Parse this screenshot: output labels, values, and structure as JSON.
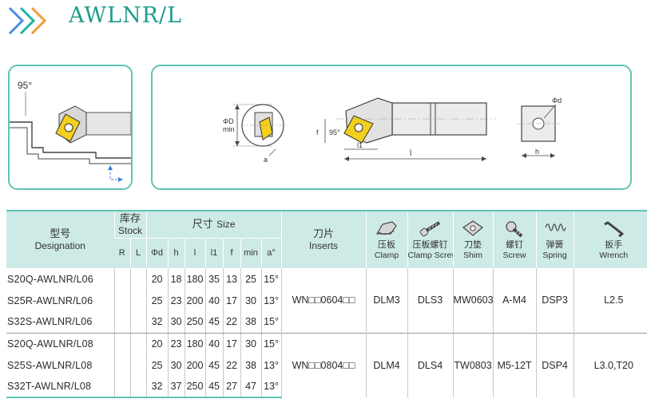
{
  "header": {
    "title": "AWLNR/L",
    "chevron_icon": "triple-chevron-right-icon",
    "accent_color": "#1e9c8c",
    "chevron_colors": [
      "#4a8de0",
      "#1fb3a1",
      "#f39a3a"
    ]
  },
  "diagram": {
    "angle_label": "95°",
    "end_view": {
      "phi_d": "ΦD",
      "min": "min",
      "a": "a"
    },
    "side_view": {
      "f": "f",
      "angle": "95°",
      "l1": "l1",
      "l": "l"
    },
    "section_view": {
      "phi_d": "Φd",
      "h": "h"
    }
  },
  "table": {
    "headers": {
      "designation_cn": "型号",
      "designation_en": "Designation",
      "stock_cn": "库存",
      "stock_en": "Stock",
      "stock_cols": [
        "R",
        "L"
      ],
      "size_cn": "尺寸",
      "size_en": "Size",
      "size_cols": [
        "Φd",
        "h",
        "l",
        "l1",
        "f",
        "min",
        "a°"
      ],
      "inserts_cn": "刀片",
      "inserts_en": "Inserts",
      "parts": [
        {
          "cn": "压板",
          "en": "Clamp",
          "icon": "clamp-icon"
        },
        {
          "cn": "压板螺钉",
          "en": "Clamp Screw",
          "icon": "clamp-screw-icon"
        },
        {
          "cn": "刀垫",
          "en": "Shim",
          "icon": "shim-icon"
        },
        {
          "cn": "螺钉",
          "en": "Screw",
          "icon": "screw-icon"
        },
        {
          "cn": "弹簧",
          "en": "Spring",
          "icon": "spring-icon"
        },
        {
          "cn": "扳手",
          "en": "Wrench",
          "icon": "wrench-icon"
        }
      ]
    },
    "rows": [
      {
        "designation": "S20Q-AWLNR/L06",
        "R": "",
        "L": "",
        "d": "20",
        "h": "18",
        "l": "180",
        "l1": "35",
        "f": "13",
        "min": "25",
        "a": "15°"
      },
      {
        "designation": "S25R-AWLNR/L06",
        "R": "",
        "L": "",
        "d": "25",
        "h": "23",
        "l": "200",
        "l1": "40",
        "f": "17",
        "min": "30",
        "a": "13°"
      },
      {
        "designation": "S32S-AWLNR/L06",
        "R": "",
        "L": "",
        "d": "32",
        "h": "30",
        "l": "250",
        "l1": "45",
        "f": "22",
        "min": "38",
        "a": "15°"
      },
      {
        "designation": "S20Q-AWLNR/L08",
        "R": "",
        "L": "",
        "d": "20",
        "h": "23",
        "l": "180",
        "l1": "40",
        "f": "17",
        "min": "30",
        "a": "15°"
      },
      {
        "designation": "S25S-AWLNR/L08",
        "R": "",
        "L": "",
        "d": "25",
        "h": "30",
        "l": "200",
        "l1": "45",
        "f": "22",
        "min": "38",
        "a": "13°"
      },
      {
        "designation": "S32T-AWLNR/L08",
        "R": "",
        "L": "",
        "d": "32",
        "h": "37",
        "l": "250",
        "l1": "45",
        "f": "27",
        "min": "47",
        "a": "13°"
      }
    ],
    "groups": [
      {
        "insert": "WN□□0604□□",
        "clamp": "DLM3",
        "clamp_screw": "DLS3",
        "shim": "MW0603",
        "screw": "A-M4",
        "spring": "DSP3",
        "wrench": "L2.5"
      },
      {
        "insert": "WN□□0804□□",
        "clamp": "DLM4",
        "clamp_screw": "DLS4",
        "shim": "TW0803",
        "screw": "M5-12T",
        "spring": "DSP4",
        "wrench": "L3.0,T20"
      }
    ]
  }
}
